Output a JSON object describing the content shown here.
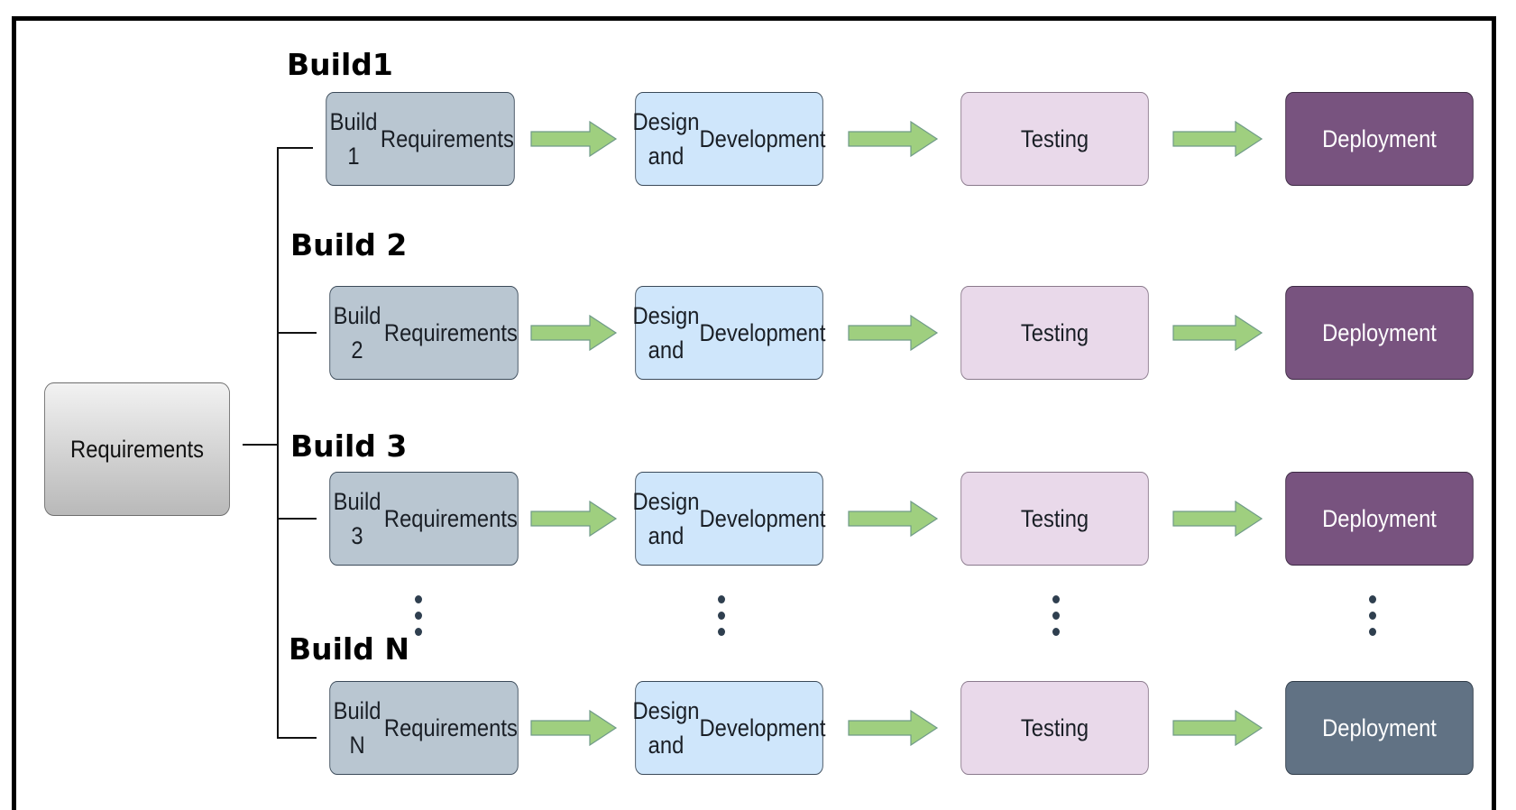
{
  "root": {
    "label": "Requirements"
  },
  "builds": [
    {
      "label": "Build1",
      "requirements": [
        "Build 1",
        "Requirements"
      ],
      "design": [
        "Design and",
        "Development"
      ],
      "testing": "Testing",
      "deployment": "Deployment"
    },
    {
      "label": "Build 2",
      "requirements": [
        "Build 2",
        "Requirements"
      ],
      "design": [
        "Design and",
        "Development"
      ],
      "testing": "Testing",
      "deployment": "Deployment"
    },
    {
      "label": "Build 3",
      "requirements": [
        "Build 3",
        "Requirements"
      ],
      "design": [
        "Design and",
        "Development"
      ],
      "testing": "Testing",
      "deployment": "Deployment"
    },
    {
      "label": "Build N",
      "requirements": [
        "Build N",
        "Requirements"
      ],
      "design": [
        "Design and",
        "Development"
      ],
      "testing": "Testing",
      "deployment": "Deployment"
    }
  ],
  "colors": {
    "requirements_box": "#b9c6d1",
    "design_box": "#cfe6fb",
    "testing_box": "#e9d9ea",
    "deployment_box": "#78537f",
    "deployment_last_box": "#617284",
    "arrow_fill": "#9fcf7f",
    "arrow_stroke": "#6f9a88"
  }
}
